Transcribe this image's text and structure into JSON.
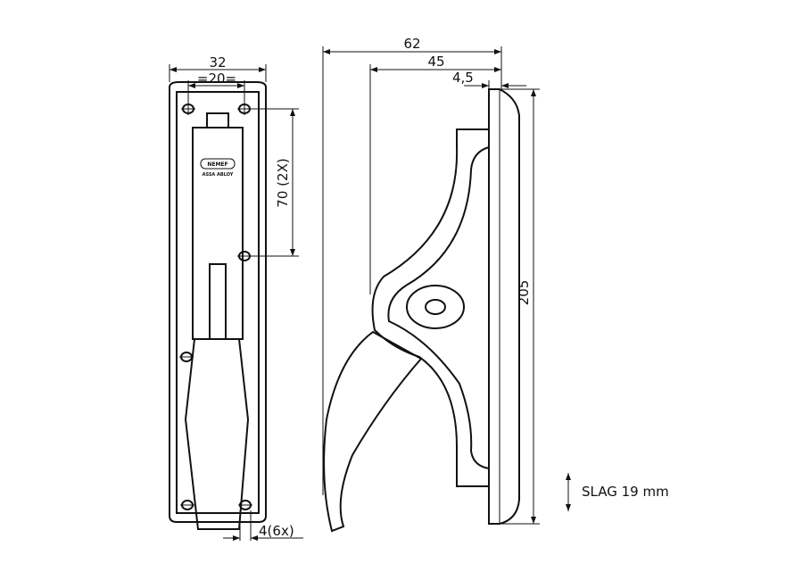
{
  "front_view": {
    "dim_width_outer": "32",
    "dim_width_inner": "=20=",
    "dim_hole_spacing": "70 (2X)",
    "dim_hole": "4(6x)",
    "logo_brand": "NEMEF",
    "logo_sub": "ASSA ABLOY"
  },
  "side_view": {
    "dim_total_depth": "62",
    "dim_handle_depth": "45",
    "dim_plate_thickness": "4,5",
    "dim_height": "205"
  },
  "stroke_note": {
    "label": "SLAG 19 mm"
  }
}
